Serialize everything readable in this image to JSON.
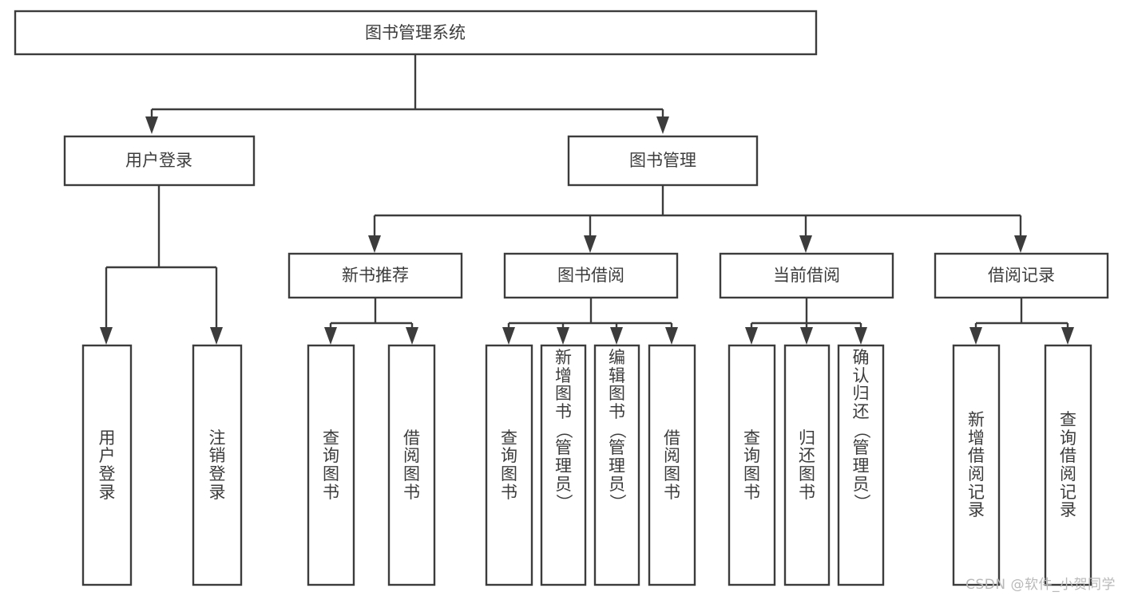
{
  "diagram": {
    "type": "tree",
    "title": "图书管理系统",
    "root": {
      "id": "root",
      "label": "图书管理系统",
      "orientation": "horizontal"
    },
    "level2": [
      {
        "id": "user-login",
        "label": "用户登录",
        "orientation": "horizontal"
      },
      {
        "id": "book-manage",
        "label": "图书管理",
        "orientation": "horizontal"
      }
    ],
    "level3": [
      {
        "id": "new-book-recommend",
        "label": "新书推荐",
        "orientation": "horizontal",
        "parent": "book-manage"
      },
      {
        "id": "book-borrow",
        "label": "图书借阅",
        "orientation": "horizontal",
        "parent": "book-manage"
      },
      {
        "id": "current-borrow",
        "label": "当前借阅",
        "orientation": "horizontal",
        "parent": "book-manage"
      },
      {
        "id": "borrow-record",
        "label": "借阅记录",
        "orientation": "horizontal",
        "parent": "book-manage"
      }
    ],
    "leaves": [
      {
        "id": "leaf-user-login",
        "label": "用户登录",
        "orientation": "vertical",
        "parent": "user-login"
      },
      {
        "id": "leaf-logout-login",
        "label": "注销登录",
        "orientation": "vertical",
        "parent": "user-login"
      },
      {
        "id": "leaf-query-book-1",
        "label": "查询图书",
        "orientation": "vertical",
        "parent": "new-book-recommend"
      },
      {
        "id": "leaf-borrow-book-1",
        "label": "借阅图书",
        "orientation": "vertical",
        "parent": "new-book-recommend"
      },
      {
        "id": "leaf-query-book-2",
        "label": "查询图书",
        "orientation": "vertical",
        "parent": "book-borrow"
      },
      {
        "id": "leaf-add-book",
        "label": "新增图书（管理员）",
        "orientation": "vertical",
        "parent": "book-borrow"
      },
      {
        "id": "leaf-edit-book",
        "label": "编辑图书（管理员）",
        "orientation": "vertical",
        "parent": "book-borrow"
      },
      {
        "id": "leaf-borrow-book-2",
        "label": "借阅图书",
        "orientation": "vertical",
        "parent": "book-borrow"
      },
      {
        "id": "leaf-query-book-3",
        "label": "查询图书",
        "orientation": "vertical",
        "parent": "current-borrow"
      },
      {
        "id": "leaf-return-book",
        "label": "归还图书",
        "orientation": "vertical",
        "parent": "current-borrow"
      },
      {
        "id": "leaf-confirm-return",
        "label": "确认归还（管理员）",
        "orientation": "vertical",
        "parent": "current-borrow"
      },
      {
        "id": "leaf-add-borrow-record",
        "label": "新增借阅记录",
        "orientation": "vertical",
        "parent": "borrow-record"
      },
      {
        "id": "leaf-query-borrow-record",
        "label": "查询借阅记录",
        "orientation": "vertical",
        "parent": "borrow-record"
      }
    ],
    "colors": {
      "stroke": "#3c3c3c",
      "fill": "#ffffff",
      "text": "#3c3c3c",
      "background": "#ffffff",
      "watermark": "#b9b9b9"
    }
  },
  "watermark": {
    "text": "CSDN @软件_小贺同学"
  }
}
